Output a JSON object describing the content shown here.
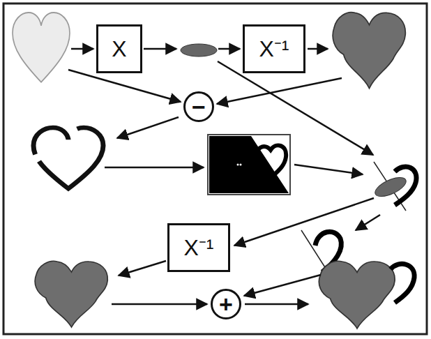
{
  "diagram": {
    "nodes": [
      {
        "text": [
          "X"
        ]
      },
      {
        "text": [
          "X⁻¹"
        ]
      },
      {
        "text": [
          "−"
        ]
      },
      {
        "text": [
          "X⁻¹"
        ]
      },
      {
        "text": [
          "+"
        ]
      }
    ]
  }
}
